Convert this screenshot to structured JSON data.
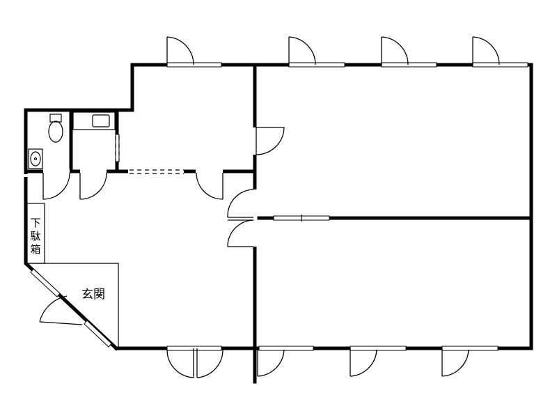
{
  "rooms": {
    "entrance_label": "玄関",
    "shoe_cabinet_label": [
      "下",
      "駄",
      "箱"
    ]
  }
}
